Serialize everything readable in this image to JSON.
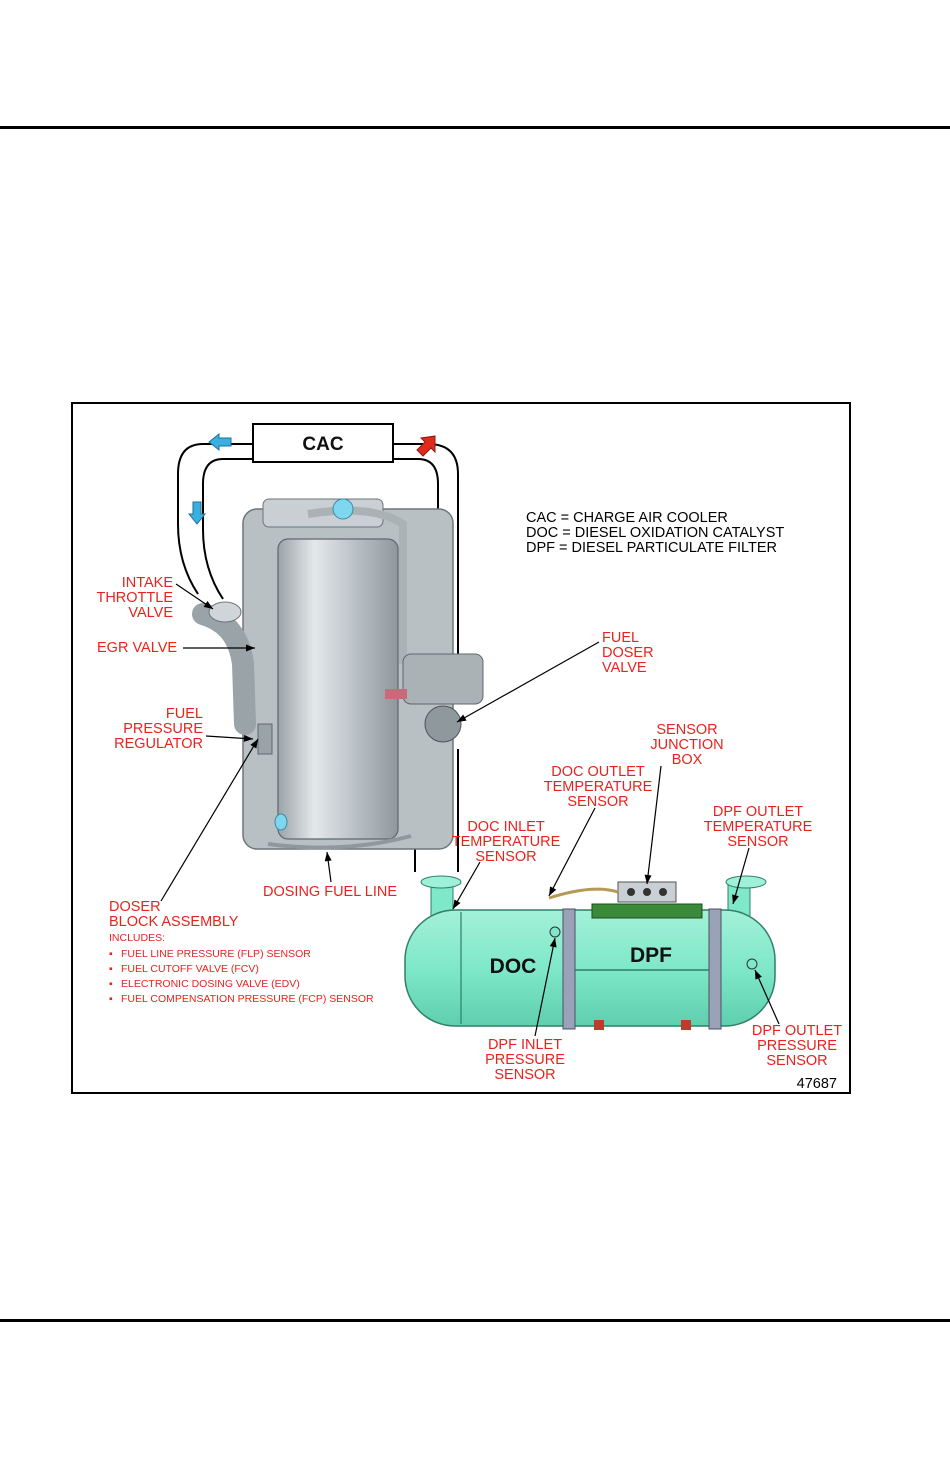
{
  "figure_number": "47687",
  "cac_box": "CAC",
  "legend": [
    "CAC = CHARGE AIR COOLER",
    "DOC = DIESEL OXIDATION CATALYST",
    "DPF  = DIESEL PARTICULATE FILTER"
  ],
  "tanks": {
    "doc": "DOC",
    "dpf": "DPF"
  },
  "labels": {
    "intake_throttle_valve": [
      "INTAKE",
      "THROTTLE",
      "VALVE"
    ],
    "egr_valve": [
      "EGR VALVE"
    ],
    "fuel_pressure_regulator": [
      "FUEL",
      "PRESSURE",
      "REGULATOR"
    ],
    "fuel_doser_valve": [
      "FUEL",
      "DOSER",
      "VALVE"
    ],
    "sensor_junction_box": [
      "SENSOR",
      "JUNCTION",
      "BOX"
    ],
    "doc_outlet_temperature_sensor": [
      "DOC OUTLET",
      "TEMPERATURE",
      "SENSOR"
    ],
    "doc_inlet_temperature_sensor": [
      "DOC INLET",
      "TEMPERATURE",
      "SENSOR"
    ],
    "dpf_outlet_temperature_sensor": [
      "DPF OUTLET",
      "TEMPERATURE",
      "SENSOR"
    ],
    "dosing_fuel_line": [
      "DOSING FUEL LINE"
    ],
    "doser_block_assembly": [
      "DOSER",
      "BLOCK ASSEMBLY"
    ],
    "dpf_inlet_pressure_sensor": [
      "DPF INLET",
      "PRESSURE",
      "SENSOR"
    ],
    "dpf_outlet_pressure_sensor": [
      "DPF OUTLET",
      "PRESSURE",
      "SENSOR"
    ]
  },
  "includes_heading": "INCLUDES:",
  "includes_items": [
    "FUEL LINE PRESSURE (FLP) SENSOR",
    "FUEL CUTOFF VALVE (FCV)",
    "ELECTRONIC DOSING VALVE (EDV)",
    "FUEL COMPENSATION PRESSURE (FCP) SENSOR"
  ],
  "colors": {
    "label_red": "#e8231e",
    "tank_green": "#7fe8c8",
    "cool_arrow": "#3ab0e0",
    "hot_arrow": "#e02a1e"
  }
}
